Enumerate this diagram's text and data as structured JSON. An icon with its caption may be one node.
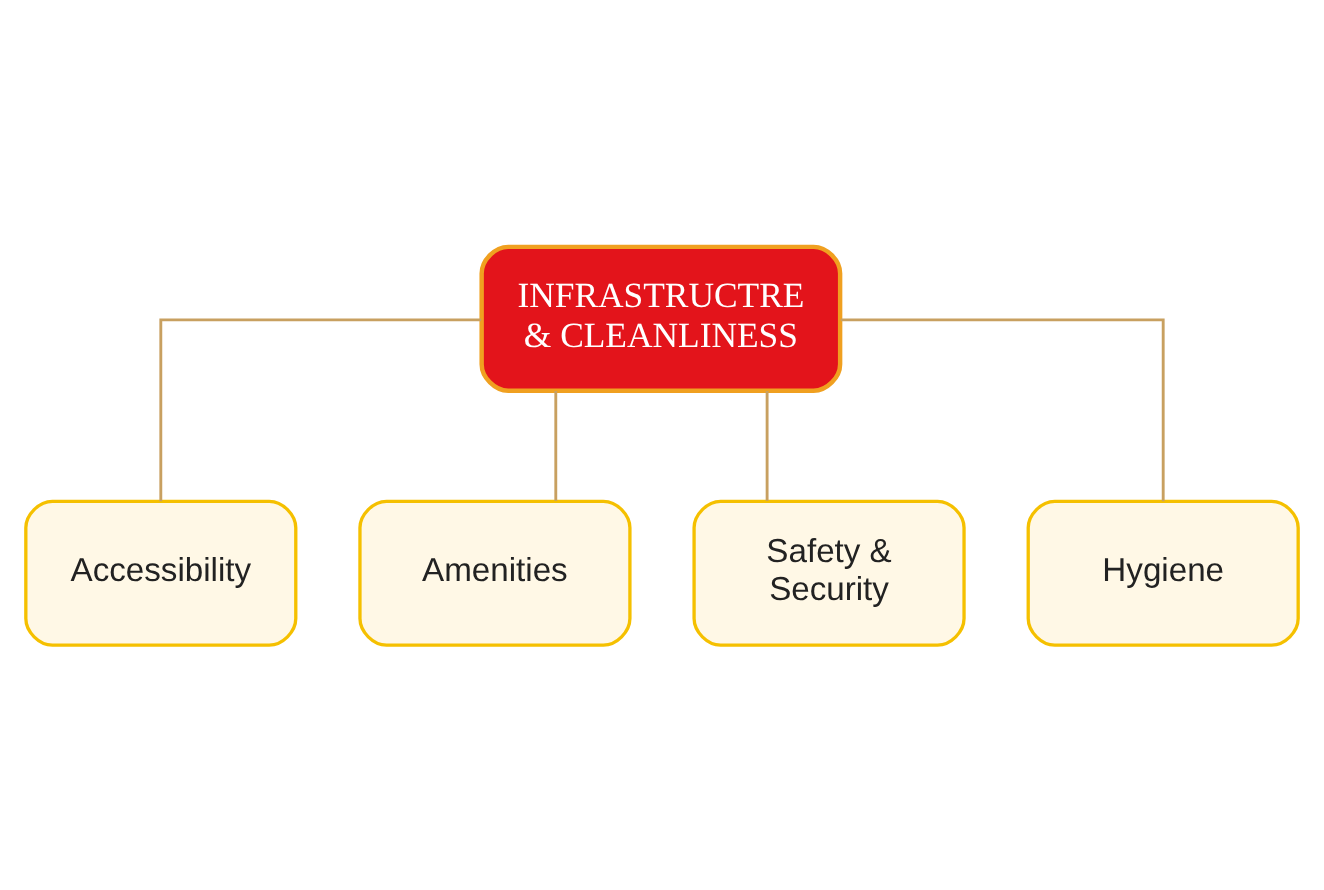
{
  "diagram": {
    "nodes": [
      {
        "text": [
          "INFRASTRUCTRE & CLEANLINESS"
        ]
      },
      {
        "text": [
          "Accessibility"
        ]
      },
      {
        "text": [
          "Amenities"
        ]
      },
      {
        "text": [
          "Safety & Security"
        ]
      },
      {
        "text": [
          "Hygiene"
        ]
      }
    ],
    "edges": [
      {
        "from": 0,
        "to": 1,
        "arrow": "none"
      },
      {
        "from": 0,
        "to": 2,
        "arrow": "none"
      },
      {
        "from": 0,
        "to": 3,
        "arrow": "none"
      },
      {
        "from": 0,
        "to": 4,
        "arrow": "none"
      }
    ]
  }
}
